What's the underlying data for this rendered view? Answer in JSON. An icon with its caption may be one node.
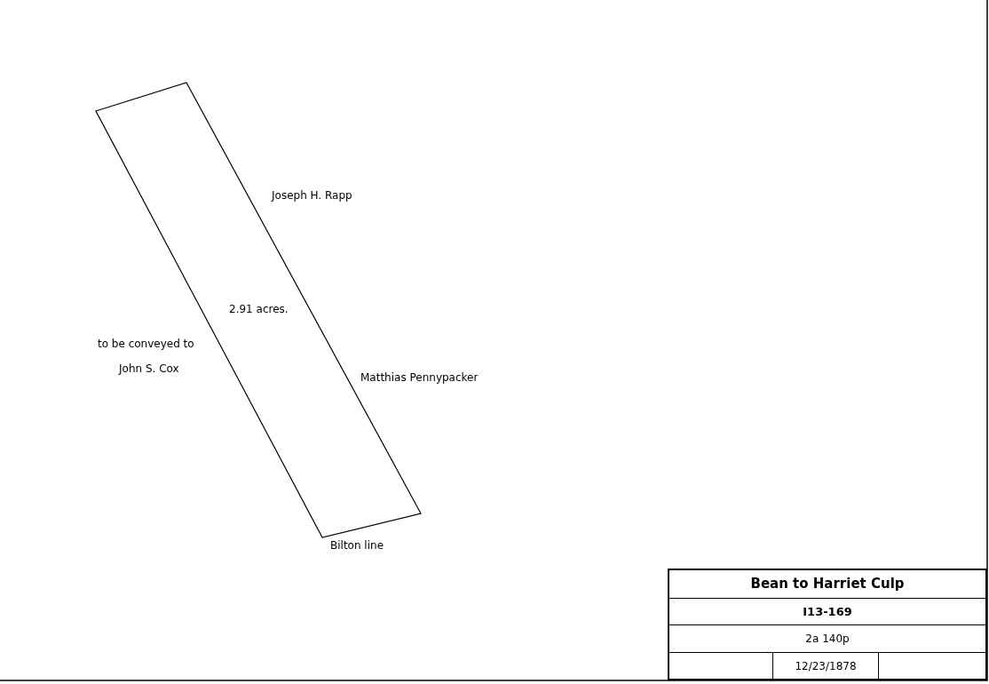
{
  "diagram": {
    "labels": [
      "Joseph H. Rapp",
      "2.91 acres.",
      "to be conveyed to",
      "John S. Cox",
      "Matthias Pennypacker",
      "Bilton line",
      "Bean to Harriet Culp",
      "I13-169",
      "2a 140p",
      "12/23/1878"
    ]
  }
}
